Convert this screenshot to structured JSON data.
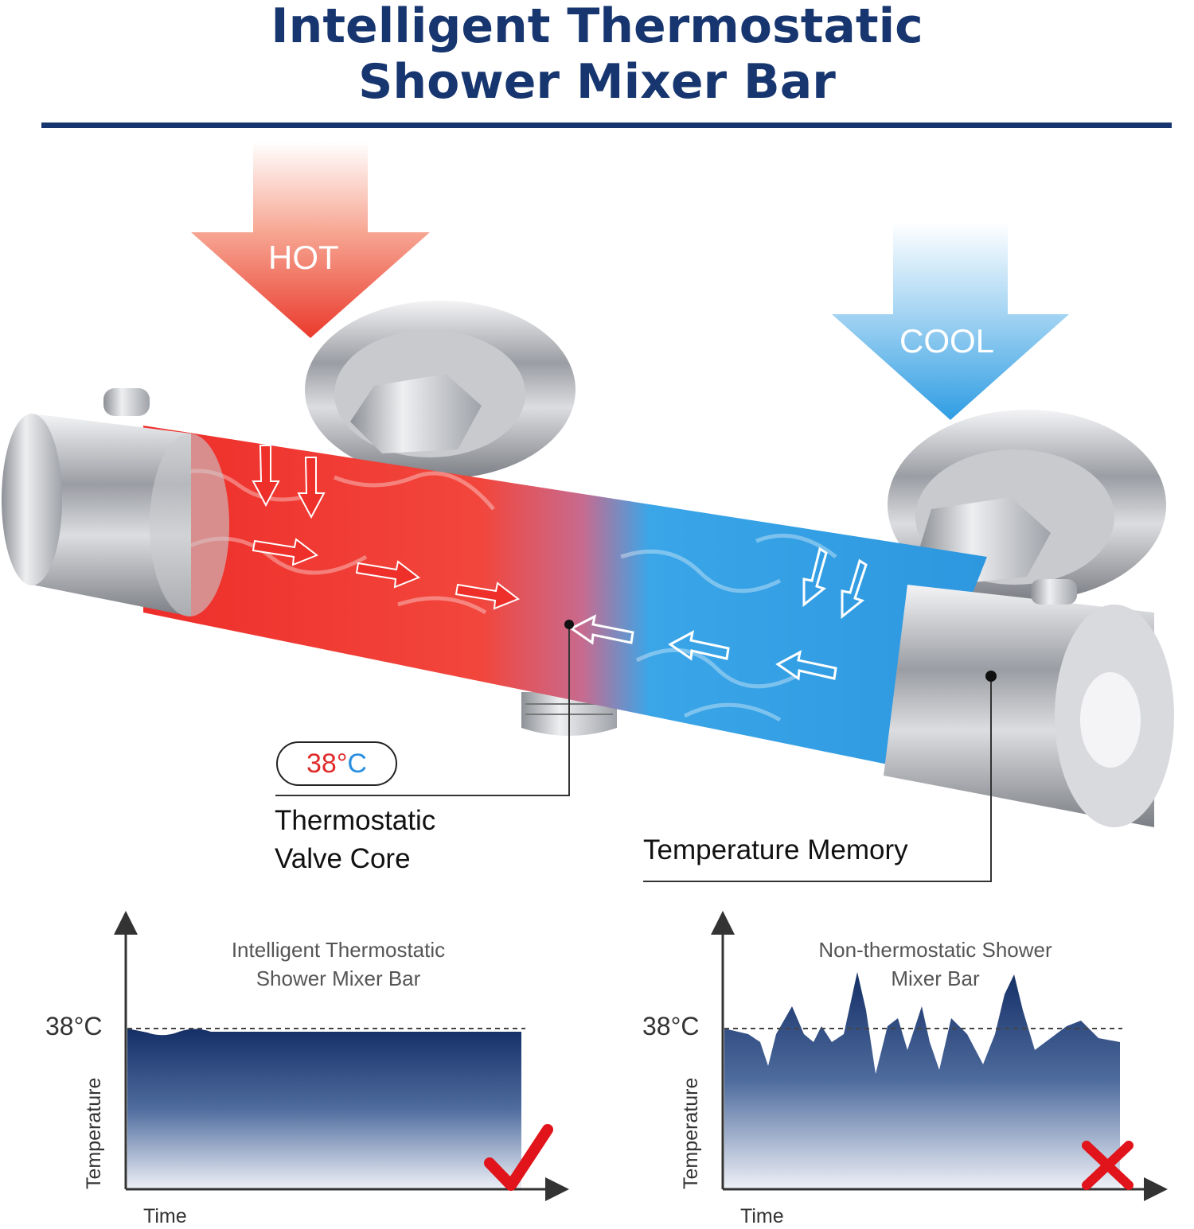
{
  "header": {
    "title_line1": "Intelligent Thermostatic",
    "title_line2": "Shower Mixer Bar"
  },
  "diagram": {
    "hot_label": "HOT",
    "cool_label": "COOL",
    "badge_temp_part1": "38°",
    "badge_temp_part2": "C",
    "valve_core_line1": "Thermostatic",
    "valve_core_line2": "Valve Core",
    "temperature_memory": "Temperature Memory",
    "colors": {
      "hot": "#e8352b",
      "cool": "#2a9be0",
      "navy": "#17366f"
    }
  },
  "charts": [
    {
      "title_line1": "Intelligent Thermostatic",
      "title_line2": "Shower Mixer Bar",
      "ref_label": "38°C",
      "ylabel": "Temperature",
      "xlabel": "Time",
      "status_icon": "check-mark-icon"
    },
    {
      "title_line1": "Non-thermostatic Shower",
      "title_line2": "Mixer Bar",
      "ref_label": "38°C",
      "ylabel": "Temperature",
      "xlabel": "Time",
      "status_icon": "cross-mark-icon"
    }
  ]
}
